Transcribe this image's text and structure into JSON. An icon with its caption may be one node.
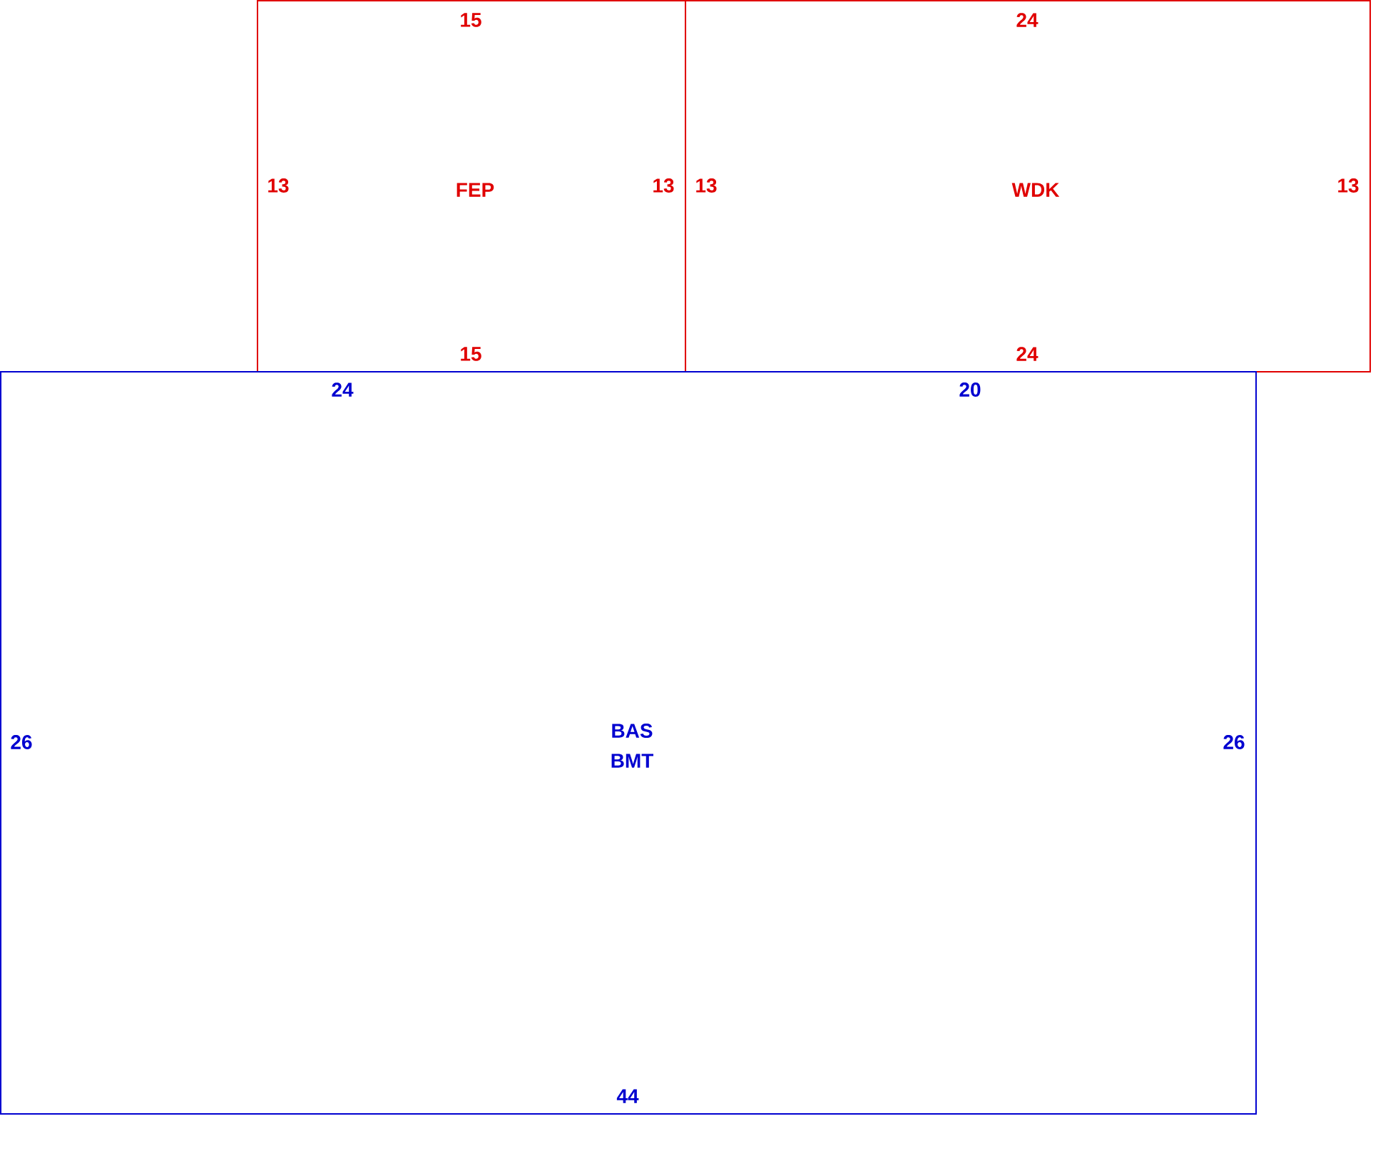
{
  "diagram": {
    "nodes": [
      {
        "text": [
          "15",
          "13",
          "FEP",
          "13",
          "15"
        ]
      },
      {
        "text": [
          "24",
          "13",
          "WDK",
          "13",
          "24"
        ]
      },
      {
        "text": [
          "24",
          "20",
          "26",
          "BAS",
          "BMT",
          "26",
          "44"
        ]
      }
    ]
  }
}
